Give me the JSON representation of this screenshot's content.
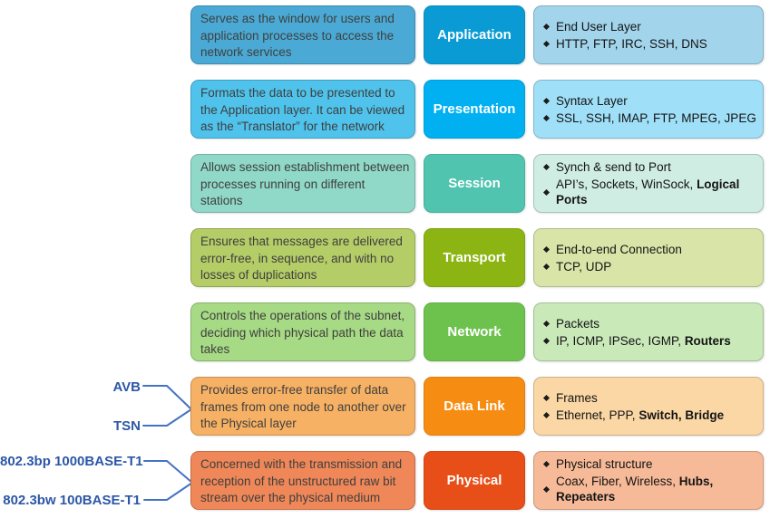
{
  "diagram": "OSI model layers",
  "colors": {
    "connector": "#4472C4",
    "annotation_text": "#2C57A8",
    "description_text": "#3F3F3F",
    "bullet_text": "#141414",
    "layer_label_text": "#FFFFFF"
  },
  "annotations": {
    "avb": "AVB",
    "tsn": "TSN",
    "bp": "802.3bp 1000BASE-T1",
    "bw": "802.3bw 100BASE-T1"
  },
  "layers": [
    {
      "name": "Application",
      "description": "Serves as the window for users and application processes to access the network services",
      "bullets": [
        [
          {
            "t": "End User Layer",
            "b": false
          }
        ],
        [
          {
            "t": "HTTP, FTP, IRC, SSH, DNS",
            "b": false
          }
        ]
      ],
      "colors": {
        "desc": "#4AAAD5",
        "label": "#0A9BD4",
        "bullets": "#A2D5EB"
      }
    },
    {
      "name": "Presentation",
      "description": "Formats the data to be presented to the Application layer. It can be viewed as the “Translator” for the network",
      "bullets": [
        [
          {
            "t": "Syntax Layer",
            "b": false
          }
        ],
        [
          {
            "t": "SSL, SSH, IMAP, FTP, MPEG, JPEG",
            "b": false
          }
        ]
      ],
      "colors": {
        "desc": "#4FC3EC",
        "label": "#00B0F0",
        "bullets": "#A0DFF8"
      }
    },
    {
      "name": "Session",
      "description": "Allows session establishment between processes running on different stations",
      "bullets": [
        [
          {
            "t": "Synch & send to Port",
            "b": false
          }
        ],
        [
          {
            "t": "API’s, Sockets, WinSock, ",
            "b": false
          },
          {
            "t": "Logical Ports",
            "b": true
          }
        ]
      ],
      "colors": {
        "desc": "#90D8C7",
        "label": "#50C4AE",
        "bullets": "#CFEDE3"
      }
    },
    {
      "name": "Transport",
      "description": "Ensures that messages are delivered error-free, in sequence, and with no losses of duplications",
      "bullets": [
        [
          {
            "t": "End-to-end Connection",
            "b": false
          }
        ],
        [
          {
            "t": "TCP, UDP",
            "b": false
          }
        ]
      ],
      "colors": {
        "desc": "#B5CD67",
        "label": "#8CB513",
        "bullets": "#D8E4A8"
      }
    },
    {
      "name": "Network",
      "description": "Controls the operations of the subnet, deciding which physical path the data takes",
      "bullets": [
        [
          {
            "t": "Packets",
            "b": false
          }
        ],
        [
          {
            "t": "IP, ICMP, IPSec, IGMP, ",
            "b": false
          },
          {
            "t": "Routers",
            "b": true
          }
        ]
      ],
      "colors": {
        "desc": "#A7DA84",
        "label": "#6DC24D",
        "bullets": "#C9E9B9"
      }
    },
    {
      "name": "Data Link",
      "description": "Provides error-free transfer of data frames from one node to another over the Physical layer",
      "bullets": [
        [
          {
            "t": "Frames",
            "b": false
          }
        ],
        [
          {
            "t": "Ethernet, PPP, ",
            "b": false
          },
          {
            "t": "Switch, Bridge",
            "b": true
          }
        ]
      ],
      "colors": {
        "desc": "#F7B164",
        "label": "#F68D12",
        "bullets": "#FBD7A5"
      }
    },
    {
      "name": "Physical",
      "description": "Concerned with the transmission and reception of the unstructured raw bit stream over the physical medium",
      "bullets": [
        [
          {
            "t": "Physical structure",
            "b": false
          }
        ],
        [
          {
            "t": "Coax, Fiber, Wireless, ",
            "b": false
          },
          {
            "t": "Hubs, Repeaters",
            "b": true
          }
        ]
      ],
      "colors": {
        "desc": "#EF8758",
        "label": "#E84E17",
        "bullets": "#F6BA98"
      }
    }
  ]
}
